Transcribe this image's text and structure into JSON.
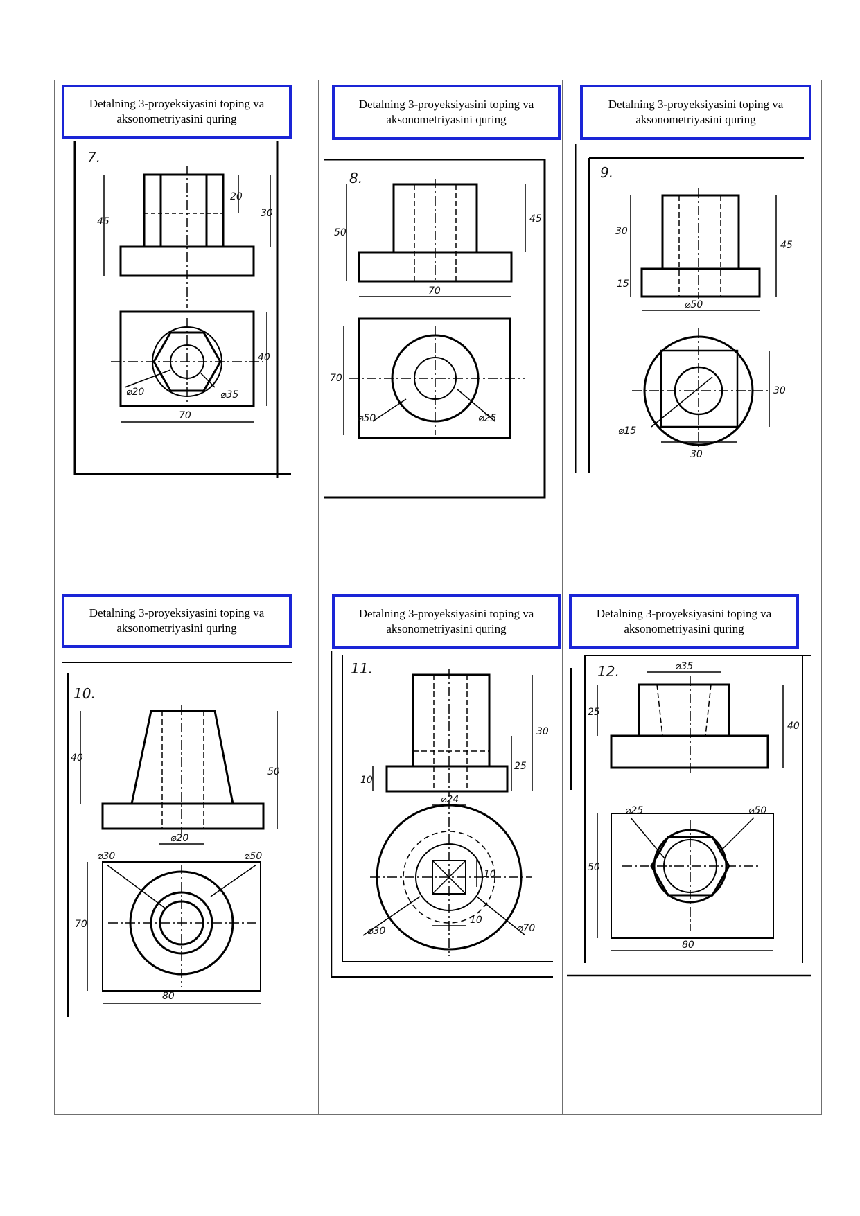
{
  "tasks": [
    {
      "prompt": "Detalning 3-proyeksiyasini toping va aksonometriyasini quring",
      "number": "7.",
      "dims": [
        "45",
        "20",
        "30",
        "40",
        "70",
        "⌀20",
        "⌀35"
      ]
    },
    {
      "prompt": "Detalning 3-proyeksiyasini toping va aksonometriyasini quring",
      "number": "8.",
      "dims": [
        "50",
        "45",
        "70",
        "70",
        "⌀50",
        "⌀25"
      ]
    },
    {
      "prompt": "Detalning 3-proyeksiyasini toping va aksonometriyasini quring",
      "number": "9.",
      "dims": [
        "30",
        "45",
        "15",
        "⌀50",
        "30",
        "⌀15",
        "30"
      ]
    },
    {
      "prompt": "Detalning 3-proyeksiyasini toping va aksonometriyasini quring",
      "number": "10.",
      "dims": [
        "40",
        "50",
        "⌀20",
        "⌀30",
        "⌀50",
        "70",
        "80"
      ]
    },
    {
      "prompt": "Detalning 3-proyeksiyasini toping va aksonometriyasini quring",
      "number": "11.",
      "dims": [
        "30",
        "25",
        "10",
        "⌀24",
        "10",
        "10",
        "⌀30",
        "⌀70"
      ]
    },
    {
      "prompt": "Detalning 3-proyeksiyasini toping va aksonometriyasini quring",
      "number": "12.",
      "dims": [
        "⌀35",
        "25",
        "40",
        "⌀25",
        "⌀50",
        "50",
        "80"
      ]
    }
  ]
}
